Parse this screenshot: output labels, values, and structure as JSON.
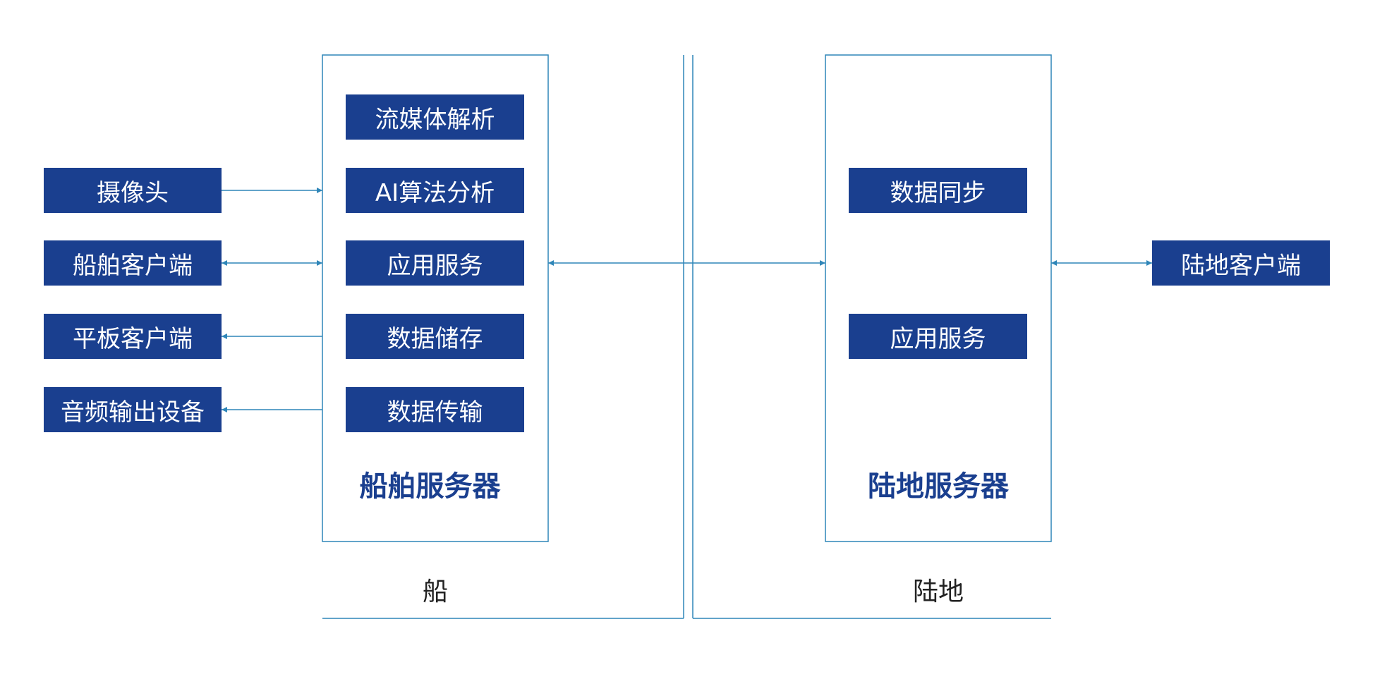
{
  "colors": {
    "node_fill": "#1a3f8f",
    "line": "#2f86b8",
    "title_text": "#1a3f8f",
    "node_text": "#ffffff"
  },
  "devices": {
    "camera": "摄像头",
    "ship_client": "船舶客户端",
    "tablet_client": "平板客户端",
    "audio_output": "音频输出设备"
  },
  "ship_server": {
    "title": "船舶服务器",
    "modules": {
      "streaming": "流媒体解析",
      "ai_analysis": "AI算法分析",
      "app_service": "应用服务",
      "data_storage": "数据储存",
      "data_transfer": "数据传输"
    }
  },
  "land_server": {
    "title": "陆地服务器",
    "modules": {
      "data_sync": "数据同步",
      "app_service": "应用服务"
    }
  },
  "land_client": "陆地客户端",
  "zones": {
    "ship": "船",
    "land": "陆地"
  }
}
